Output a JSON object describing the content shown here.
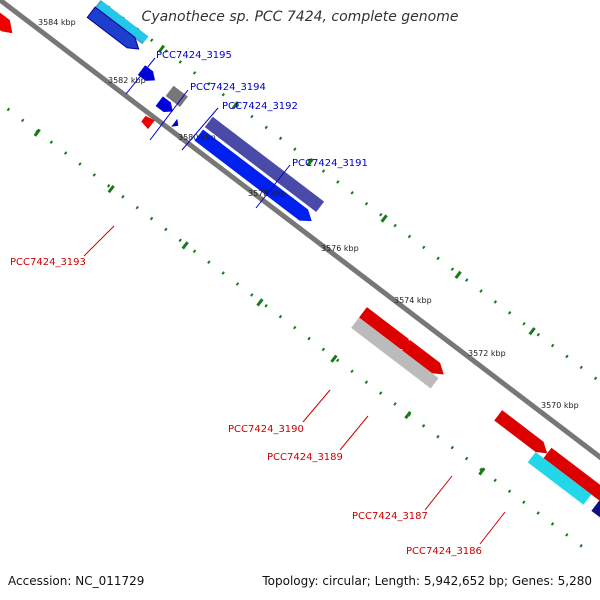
{
  "title": "Cyanothece sp. PCC 7424, complete genome",
  "footer": {
    "accession": "Accession: NC_011729",
    "summary": "Topology: circular; Length: 5,942,652 bp; Genes: 5,280"
  },
  "colors": {
    "backbone": "#777777",
    "tick": "#1a7a1a",
    "label_forward": "#0000cc",
    "label_reverse": "#cc0000"
  },
  "scale_ticks": [
    "3584 kbp",
    "3582 kbp",
    "3580 kbp",
    "3578 kbp",
    "3576 kbp",
    "3574 kbp",
    "3572 kbp",
    "3570 kbp"
  ],
  "gene_labels": [
    "PCC7424_3195",
    "PCC7424_3194",
    "PCC7424_3192",
    "PCC7424_3191",
    "PCC7424_3193",
    "PCC7424_3190",
    "PCC7424_3189",
    "PCC7424_3187",
    "PCC7424_3186"
  ]
}
